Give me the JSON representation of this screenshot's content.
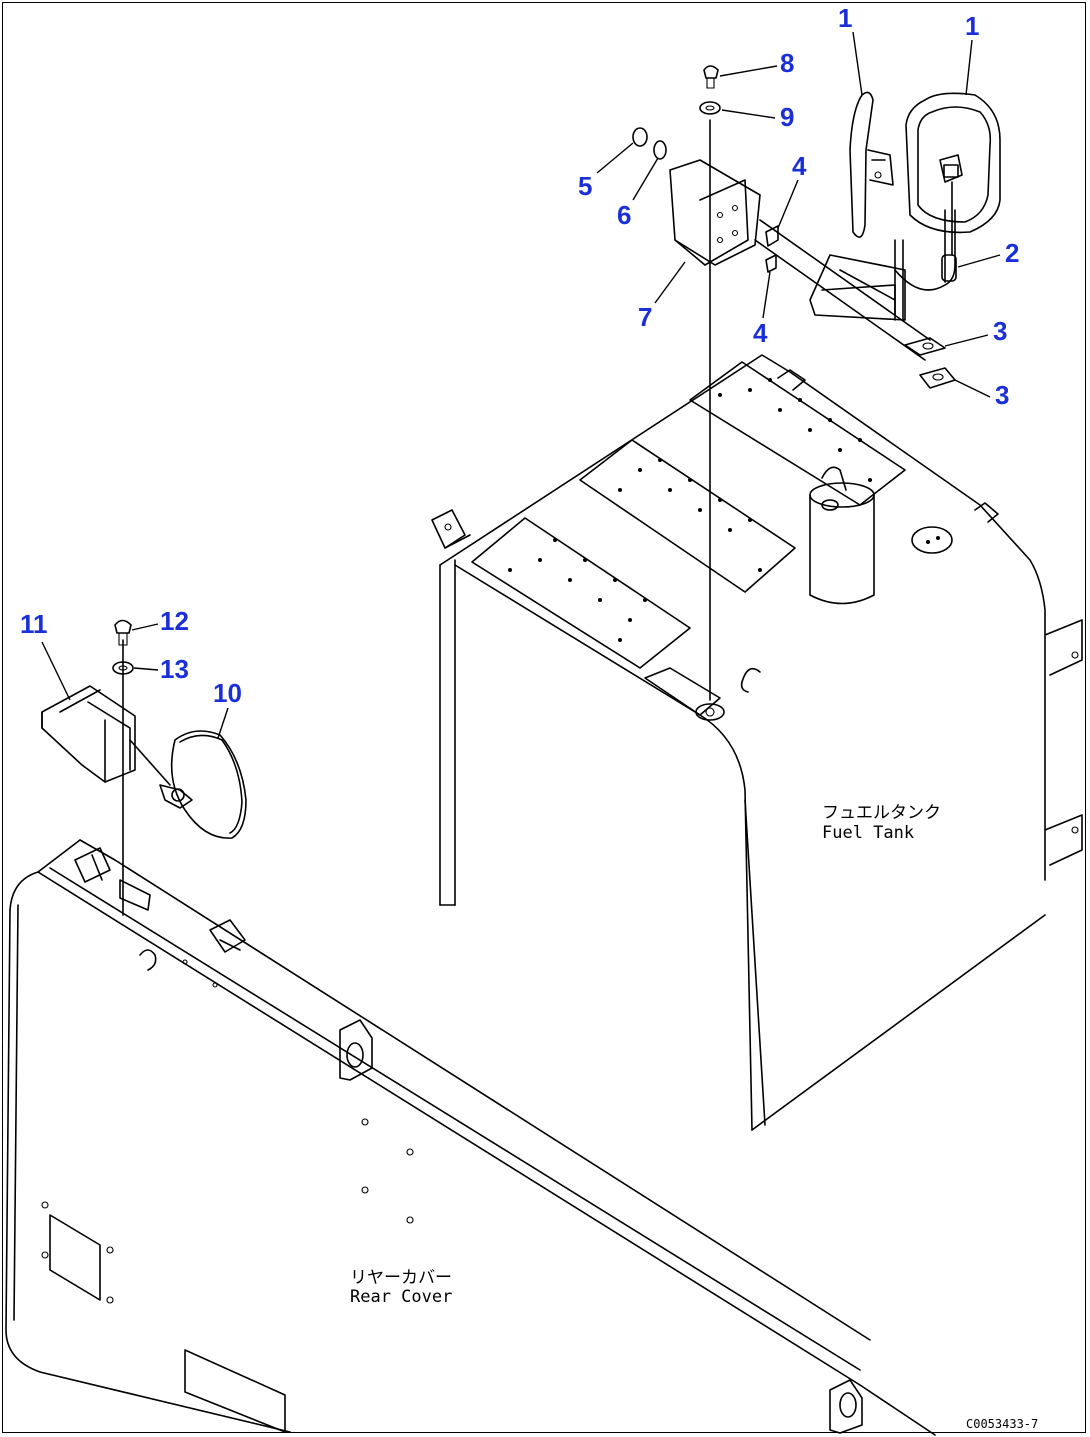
{
  "drawing": {
    "code": "C0053433-7",
    "notes": {
      "fuel_tank_jp": "フュエルタンク",
      "fuel_tank_en": "Fuel Tank",
      "rear_cover_jp": "リヤーカバー",
      "rear_cover_en": "Rear Cover"
    },
    "callouts": [
      "1",
      "1",
      "2",
      "3",
      "3",
      "4",
      "4",
      "5",
      "6",
      "7",
      "8",
      "9",
      "10",
      "11",
      "12",
      "13"
    ],
    "callout_color": "#1a2fd8",
    "line_color": "#000000"
  }
}
